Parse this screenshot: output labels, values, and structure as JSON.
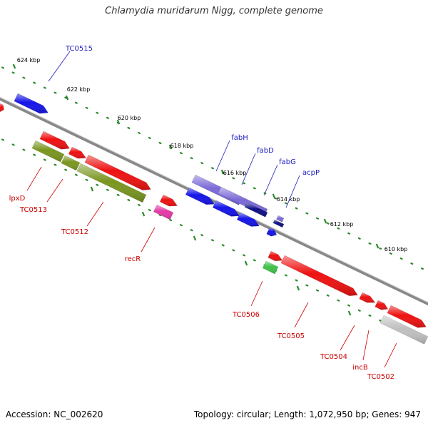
{
  "header": {
    "title": "Chlamydia muridarum Nigg, complete genome"
  },
  "footer": {
    "accession": "Accession: NC_002620",
    "topology": "Topology: circular; Length: 1,072,950 bp; Genes: 947"
  },
  "colors": {
    "backbone": "#888888",
    "tick": "#2a8a2a",
    "label_top": "#1c1cc0",
    "label_bottom": "#cc0000",
    "red": "#ee1111",
    "blue": "#1515e8",
    "olive": "#7a961f",
    "purple": "#7b6ad6",
    "navy": "#0e0e86",
    "magenta": "#e33aa7",
    "green": "#3fc24a",
    "gray": "#c0c0c0"
  },
  "scale": {
    "labels": [
      "624 kbp",
      "622 kbp",
      "620 kbp",
      "618 kbp",
      "616 kbp",
      "614 kbp",
      "612 kbp",
      "610 kbp"
    ]
  },
  "genes": {
    "top_labels": [
      "TC0515",
      "fabH",
      "fabD",
      "fabG",
      "acpP"
    ],
    "bottom_labels": [
      "lpxD",
      "TC0513",
      "TC0512",
      "recR",
      "TC0506",
      "TC0505",
      "TC0504",
      "incB",
      "TC0502"
    ]
  }
}
